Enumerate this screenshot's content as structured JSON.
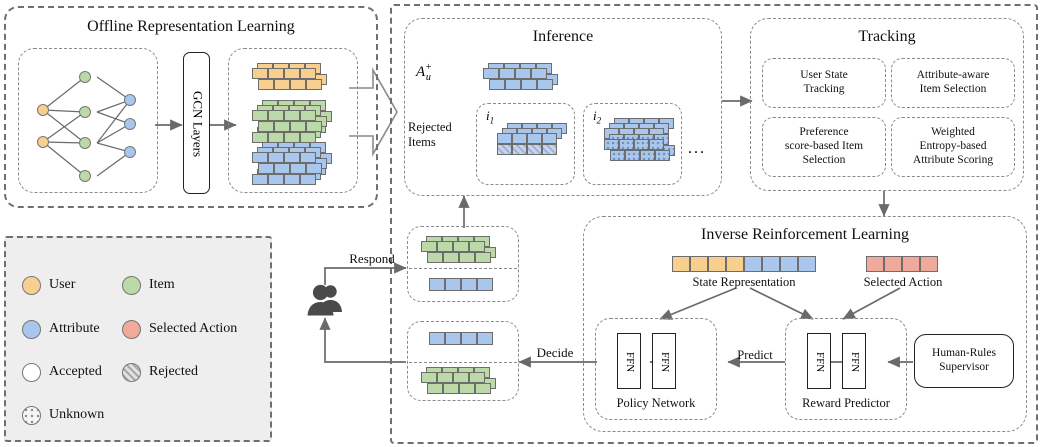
{
  "figure": {
    "domain": "diagram",
    "palette": {
      "user_orange": "#f8cf8f",
      "item_green": "#bcd9a8",
      "attribute_blue": "#a9c6ec",
      "selected_action_red": "#f0a99b",
      "accepted_white": "#ffffff",
      "rejected_hatch": "#cfcfcf",
      "unknown_dots": "#f2f2f2",
      "line_gray": "#6a6a6a",
      "dash_gray": "#8a8a8a",
      "legend_bg": "#eeeeee",
      "ink": "#111111"
    }
  },
  "offline": {
    "title": "Offline Representation Learning",
    "gcn_label": "GCN Layers",
    "graph": {
      "user_nodes": 2,
      "item_nodes": 4,
      "attribute_nodes": 3
    },
    "embedding_stacks": [
      {
        "name": "user-embeddings",
        "color_key": "user_orange",
        "rows": 2,
        "cols": 4
      },
      {
        "name": "item-embeddings",
        "color_key": "item_green",
        "rows": 3,
        "cols": 4
      },
      {
        "name": "attribute-embeddings",
        "color_key": "attribute_blue",
        "rows": 3,
        "cols": 4
      }
    ]
  },
  "inference": {
    "title": "Inference",
    "attr_set_label": "A",
    "attr_set_sup": "+",
    "attr_set_sub": "u",
    "rejected_label_line1": "Rejected",
    "rejected_label_line2": "Items",
    "items": [
      {
        "label": "i",
        "sub": "1",
        "name": "rejected-item-1"
      },
      {
        "label": "i",
        "sub": "2",
        "name": "rejected-item-2"
      }
    ],
    "ellipsis": "..."
  },
  "tracking": {
    "title": "Tracking",
    "modules": [
      {
        "name": "user-state-tracking",
        "lines": [
          "User State",
          "Tracking"
        ]
      },
      {
        "name": "attribute-aware-item-selection",
        "lines": [
          "Attribute-aware",
          "Item Selection"
        ]
      },
      {
        "name": "preference-score-based-item-selection",
        "lines": [
          "Preference",
          "score-based Item",
          "Selection"
        ]
      },
      {
        "name": "weighted-entropy-based-attribute-scoring",
        "lines": [
          "Weighted",
          "Entropy-based",
          "Attribute Scoring"
        ]
      }
    ]
  },
  "irl": {
    "title": "Inverse Reinforcement Learning",
    "state_representation_label": "State Representation",
    "selected_action_label": "Selected Action",
    "state_bar": {
      "user_cells": 4,
      "attribute_cells": 4
    },
    "action_bar": {
      "cells": 4
    },
    "policy_network": {
      "label": "Policy Network",
      "ffn_left": "FFN",
      "ffn_right": "FFN"
    },
    "reward_predictor": {
      "label": "Reward Predictor",
      "ffn_left": "FFN",
      "ffn_right": "FFN"
    },
    "human_rules": {
      "lines": [
        "Human-Rules",
        "Supervisor"
      ]
    },
    "predict_label": "Predict"
  },
  "dialogue": {
    "respond_label": "Respond",
    "decide_label": "Decide",
    "user_icon": "user-person-icon",
    "top_panel": {
      "name": "respond-state-panel",
      "items_rows": 2,
      "items_cols": 4,
      "attr_cells": 4
    },
    "bottom_panel": {
      "name": "decide-action-panel",
      "attr_cells": 4,
      "items_rows": 2,
      "items_cols": 4
    }
  },
  "legend": {
    "entries": [
      {
        "label": "User",
        "style": "user_orange",
        "name": "legend-user"
      },
      {
        "label": "Item",
        "style": "item_green",
        "name": "legend-item"
      },
      {
        "label": "Attribute",
        "style": "attribute_blue",
        "name": "legend-attribute"
      },
      {
        "label": "Selected Action",
        "style": "selected_action_red",
        "name": "legend-selected-action"
      },
      {
        "label": "Accepted",
        "style": "accepted_white",
        "name": "legend-accepted"
      },
      {
        "label": "Rejected",
        "style": "rejected_hatch",
        "name": "legend-rejected"
      },
      {
        "label": "Unknown",
        "style": "unknown_dots",
        "name": "legend-unknown"
      }
    ]
  }
}
